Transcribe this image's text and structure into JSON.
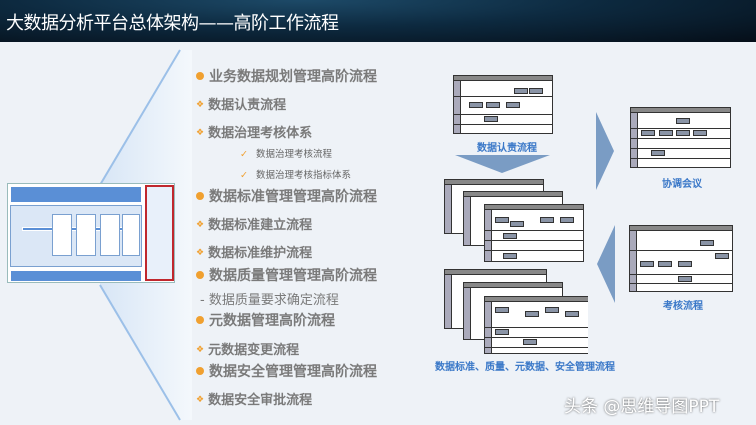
{
  "header": {
    "title": "大数据分析平台总体架构——高阶工作流程"
  },
  "process_list": [
    {
      "type": "dot",
      "level": "main",
      "label": "业务数据规划管理高阶流程"
    },
    {
      "type": "diamond",
      "level": "sub",
      "label": "数据认责流程"
    },
    {
      "type": "diamond",
      "level": "sub",
      "label": "数据治理考核体系"
    },
    {
      "type": "check",
      "level": "subsub",
      "label": "数据治理考核流程"
    },
    {
      "type": "check",
      "level": "subsub",
      "label": "数据治理考核指标体系"
    },
    {
      "type": "dot",
      "level": "main",
      "label": "数据标准管理管理高阶流程"
    },
    {
      "type": "diamond",
      "level": "sub",
      "label": "数据标准建立流程"
    },
    {
      "type": "diamond",
      "level": "sub",
      "label": "数据标准维护流程"
    },
    {
      "type": "dot",
      "level": "main",
      "label": "数据质量管理管理高阶流程"
    },
    {
      "type": "dash",
      "level": "sub",
      "label": "- 数据质量要求确定流程"
    },
    {
      "type": "dot",
      "level": "main",
      "label": "元数据管理高阶流程"
    },
    {
      "type": "diamond",
      "level": "sub",
      "label": "元数据变更流程"
    },
    {
      "type": "dot",
      "level": "main",
      "label": "数据安全管理管理高阶流程"
    },
    {
      "type": "diamond",
      "level": "sub",
      "label": "数据安全审批流程"
    }
  ],
  "flows": {
    "accountability": "数据认责流程",
    "coordination": "协调会议",
    "assessment": "考核流程",
    "management": "数据标准、质量、元数据、安全管理流程"
  },
  "watermark": "头条 @思维导图PPT",
  "colors": {
    "accent": "#f0a030",
    "caption": "#3a78c8",
    "arrow": "#7a9cc4",
    "highlight": "#c0272d"
  }
}
